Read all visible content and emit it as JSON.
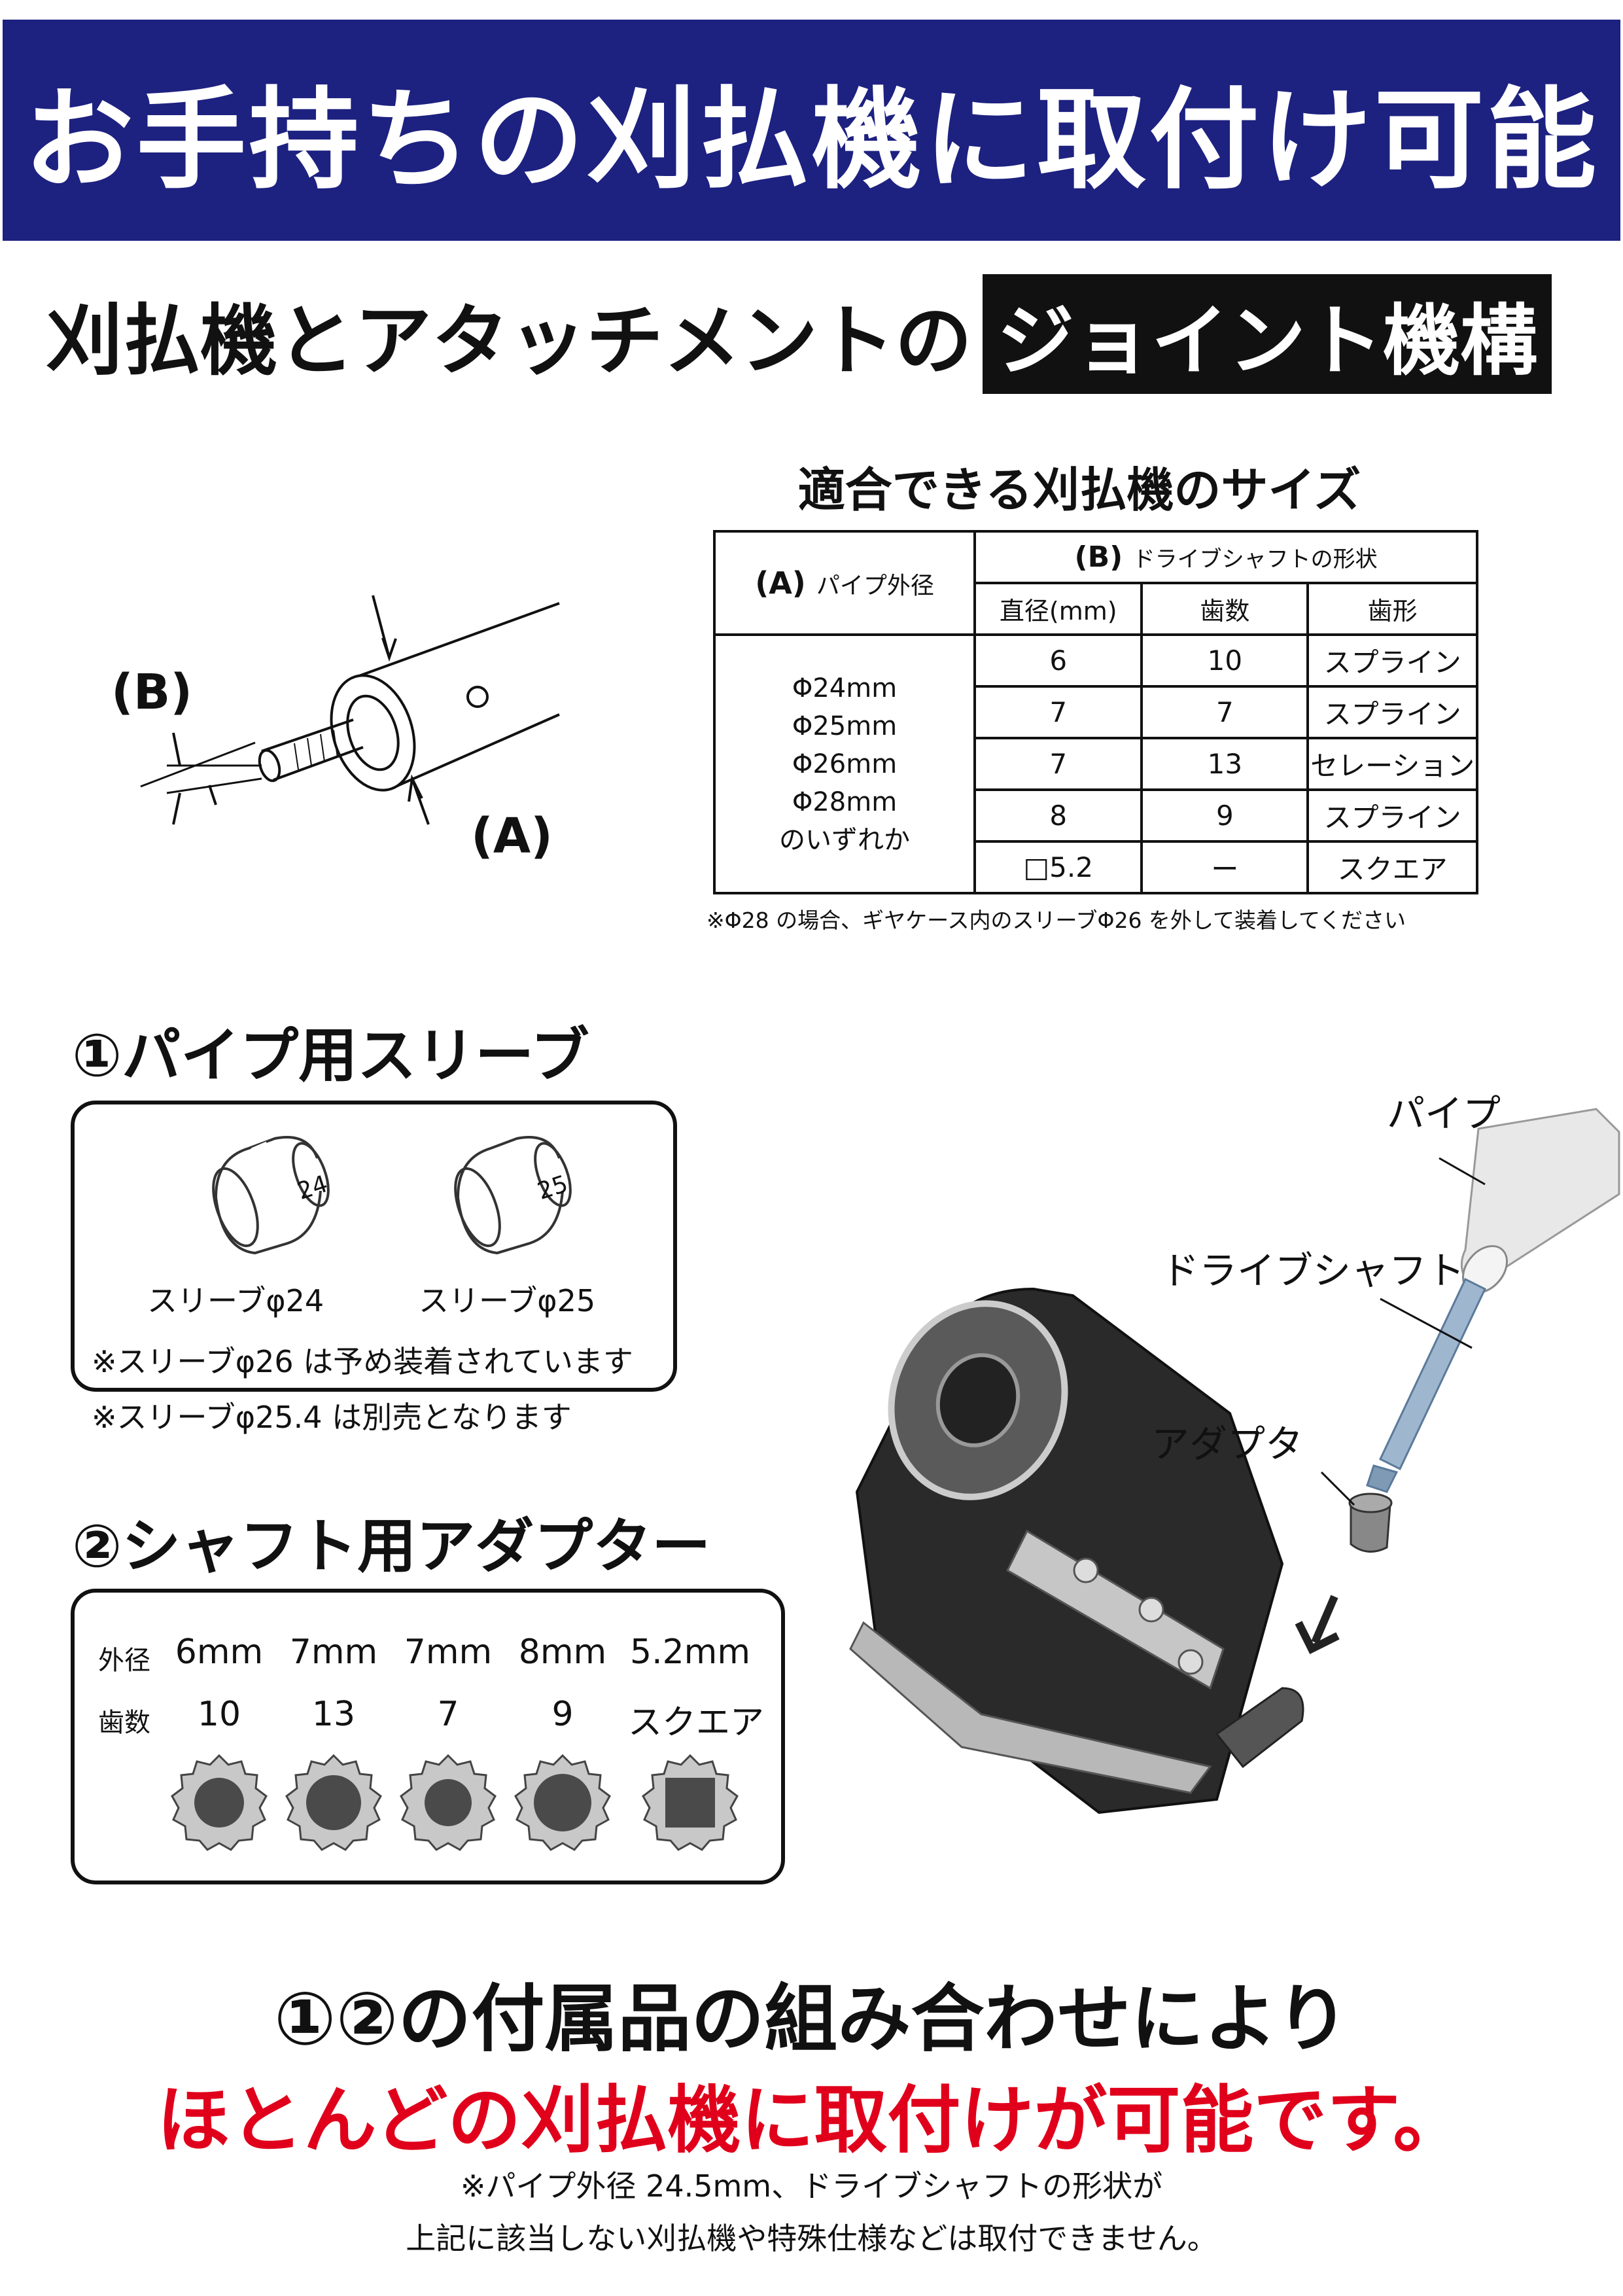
{
  "banner": {
    "title": "お手持ちの刈払機に取付け可能"
  },
  "subtitle": {
    "plain": "刈払機とアタッチメントの",
    "boxed": "ジョイント機構"
  },
  "diagram": {
    "label_b": "(B)",
    "label_a": "(A)"
  },
  "table": {
    "title": "適合できる刈払機のサイズ",
    "head_a": "(A)",
    "head_a_sub": "パイプ外径",
    "head_b": "(B)",
    "head_b_sub": "ドライブシャフトの形状",
    "col_diameter": "直径(mm)",
    "col_teeth": "歯数",
    "col_shape": "歯形",
    "pipe_sizes": [
      "Φ24mm",
      "Φ25mm",
      "Φ26mm",
      "Φ28mm",
      "のいずれか"
    ],
    "rows": [
      {
        "d": "6",
        "t": "10",
        "s": "スプライン"
      },
      {
        "d": "7",
        "t": "7",
        "s": "スプライン"
      },
      {
        "d": "7",
        "t": "13",
        "s": "セレーション"
      },
      {
        "d": "8",
        "t": "9",
        "s": "スプライン"
      },
      {
        "d": "□5.2",
        "t": "ー",
        "s": "スクエア"
      }
    ],
    "note": "※Φ28 の場合、ギヤケース内のスリーブΦ26 を外して装着してください"
  },
  "sleeve": {
    "heading": "①パイプ用スリーブ",
    "num_24": "24",
    "num_25": "25",
    "label_24": "スリーブφ24",
    "label_25": "スリーブφ25",
    "note1": "※スリーブφ26 は予め装着されています",
    "note2": "※スリーブφ25.4 は別売となります"
  },
  "adapter": {
    "heading": "②シャフト用アダプター",
    "row_label_od": "外径",
    "row_label_teeth": "歯数",
    "items": [
      {
        "od": "6mm",
        "teeth": "10"
      },
      {
        "od": "7mm",
        "teeth": "13"
      },
      {
        "od": "7mm",
        "teeth": "7"
      },
      {
        "od": "8mm",
        "teeth": "9"
      },
      {
        "od": "5.2mm",
        "teeth": "スクエア"
      }
    ]
  },
  "photo": {
    "label_pipe": "パイプ",
    "label_shaft": "ドライブシャフト",
    "label_adapter": "アダプタ"
  },
  "footer": {
    "line1": "①②の付属品の組み合わせにより",
    "line2": "ほとんどの刈払機に取付けが可能です。",
    "note1": "※パイプ外径 24.5mm、ドライブシャフトの形状が",
    "note2": "上記に該当しない刈払機や特殊仕様などは取付できません。"
  },
  "colors": {
    "banner": "#1d2180",
    "accent_red": "#e0001b"
  }
}
